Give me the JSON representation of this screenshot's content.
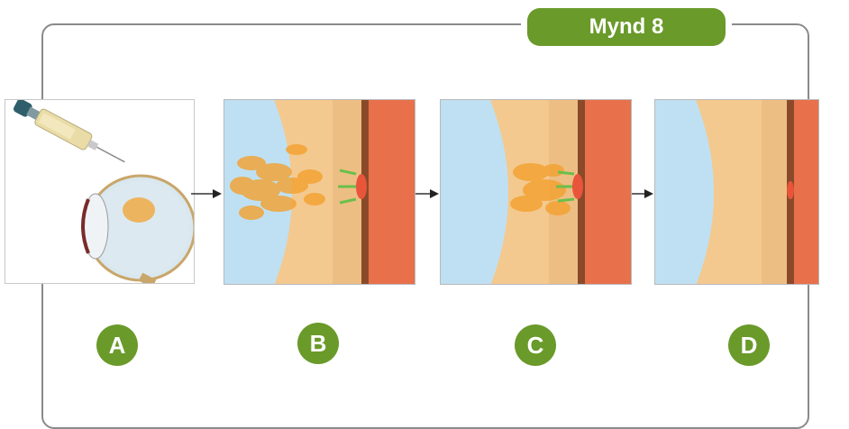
{
  "figure": {
    "title": "Mynd 8",
    "accent_color": "#6a9a2a",
    "frame_color": "#8a8a8a"
  },
  "steps": [
    {
      "label": "A",
      "icon": "syringe-eye-injection-icon"
    },
    {
      "label": "B",
      "icon": "retina-cross-section-icon"
    },
    {
      "label": "C",
      "icon": "retina-cross-section-icon"
    },
    {
      "label": "D",
      "icon": "retina-cross-section-icon"
    }
  ],
  "colors": {
    "vitreous_blue": "#bfe0f2",
    "retina_tan": "#f3c98f",
    "choroid_brown": "#8a4a2a",
    "sclera_red": "#e8704a",
    "gas_orange": "#f3a12e",
    "flow_green": "#6abf4a"
  }
}
